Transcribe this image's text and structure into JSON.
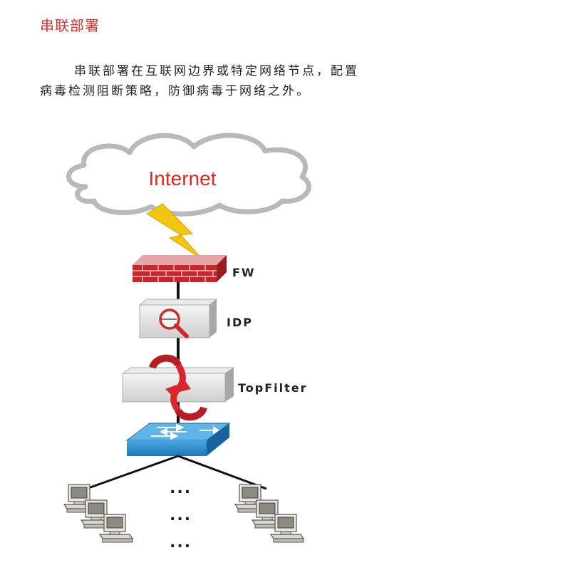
{
  "header": {
    "title": "串联部署"
  },
  "description": {
    "line1": "串联部署在互联网边界或特定网络节点，配置",
    "line2": "病毒检测阻断策略，防御病毒于网络之外。"
  },
  "diagram": {
    "internet_label": "Internet",
    "nodes": {
      "firewall": "FW",
      "idp": "IDP",
      "topfilter": "TopFilter"
    },
    "ellipsis": [
      "...",
      "...",
      "..."
    ]
  },
  "colors": {
    "title": "#d9302a",
    "internet": "#e0261e",
    "firewall_brick": "#c8262b",
    "switch": "#2a8fd0",
    "lightning": "#f2c511"
  }
}
